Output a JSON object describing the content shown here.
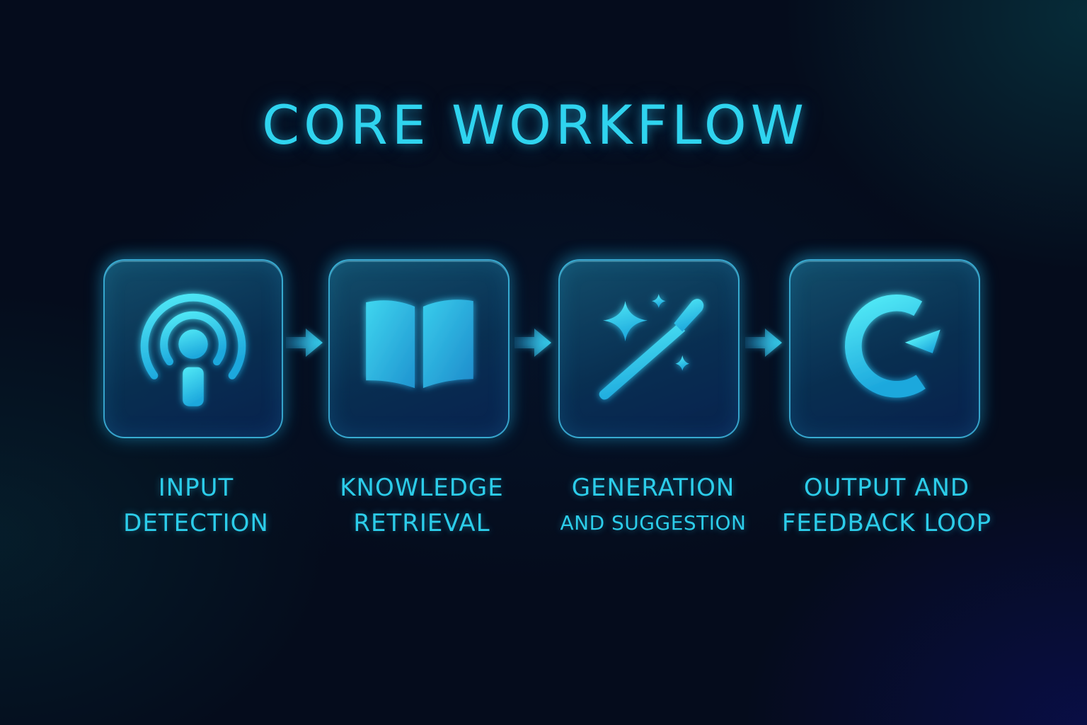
{
  "title": "CORE WORKFLOW",
  "colors": {
    "accent": "#2fd4ef",
    "icon_light": "#4ee6f4",
    "icon_dark": "#1aa6dc",
    "background": "#050c1c"
  },
  "steps": [
    {
      "icon": "podcast-microphone-icon",
      "line1": "INPUT",
      "line2": "DETECTION"
    },
    {
      "icon": "open-book-icon",
      "line1": "KNOWLEDGE",
      "line2": "RETRIEVAL"
    },
    {
      "icon": "magic-wand-sparkles-icon",
      "line1": "GENERATION",
      "line2": "AND SUGGESTION"
    },
    {
      "icon": "circular-refresh-arrow-icon",
      "line1": "OUTPUT AND",
      "line2": "FEEDBACK LOOP"
    }
  ],
  "connector_icon": "chevron-right-arrow-icon"
}
